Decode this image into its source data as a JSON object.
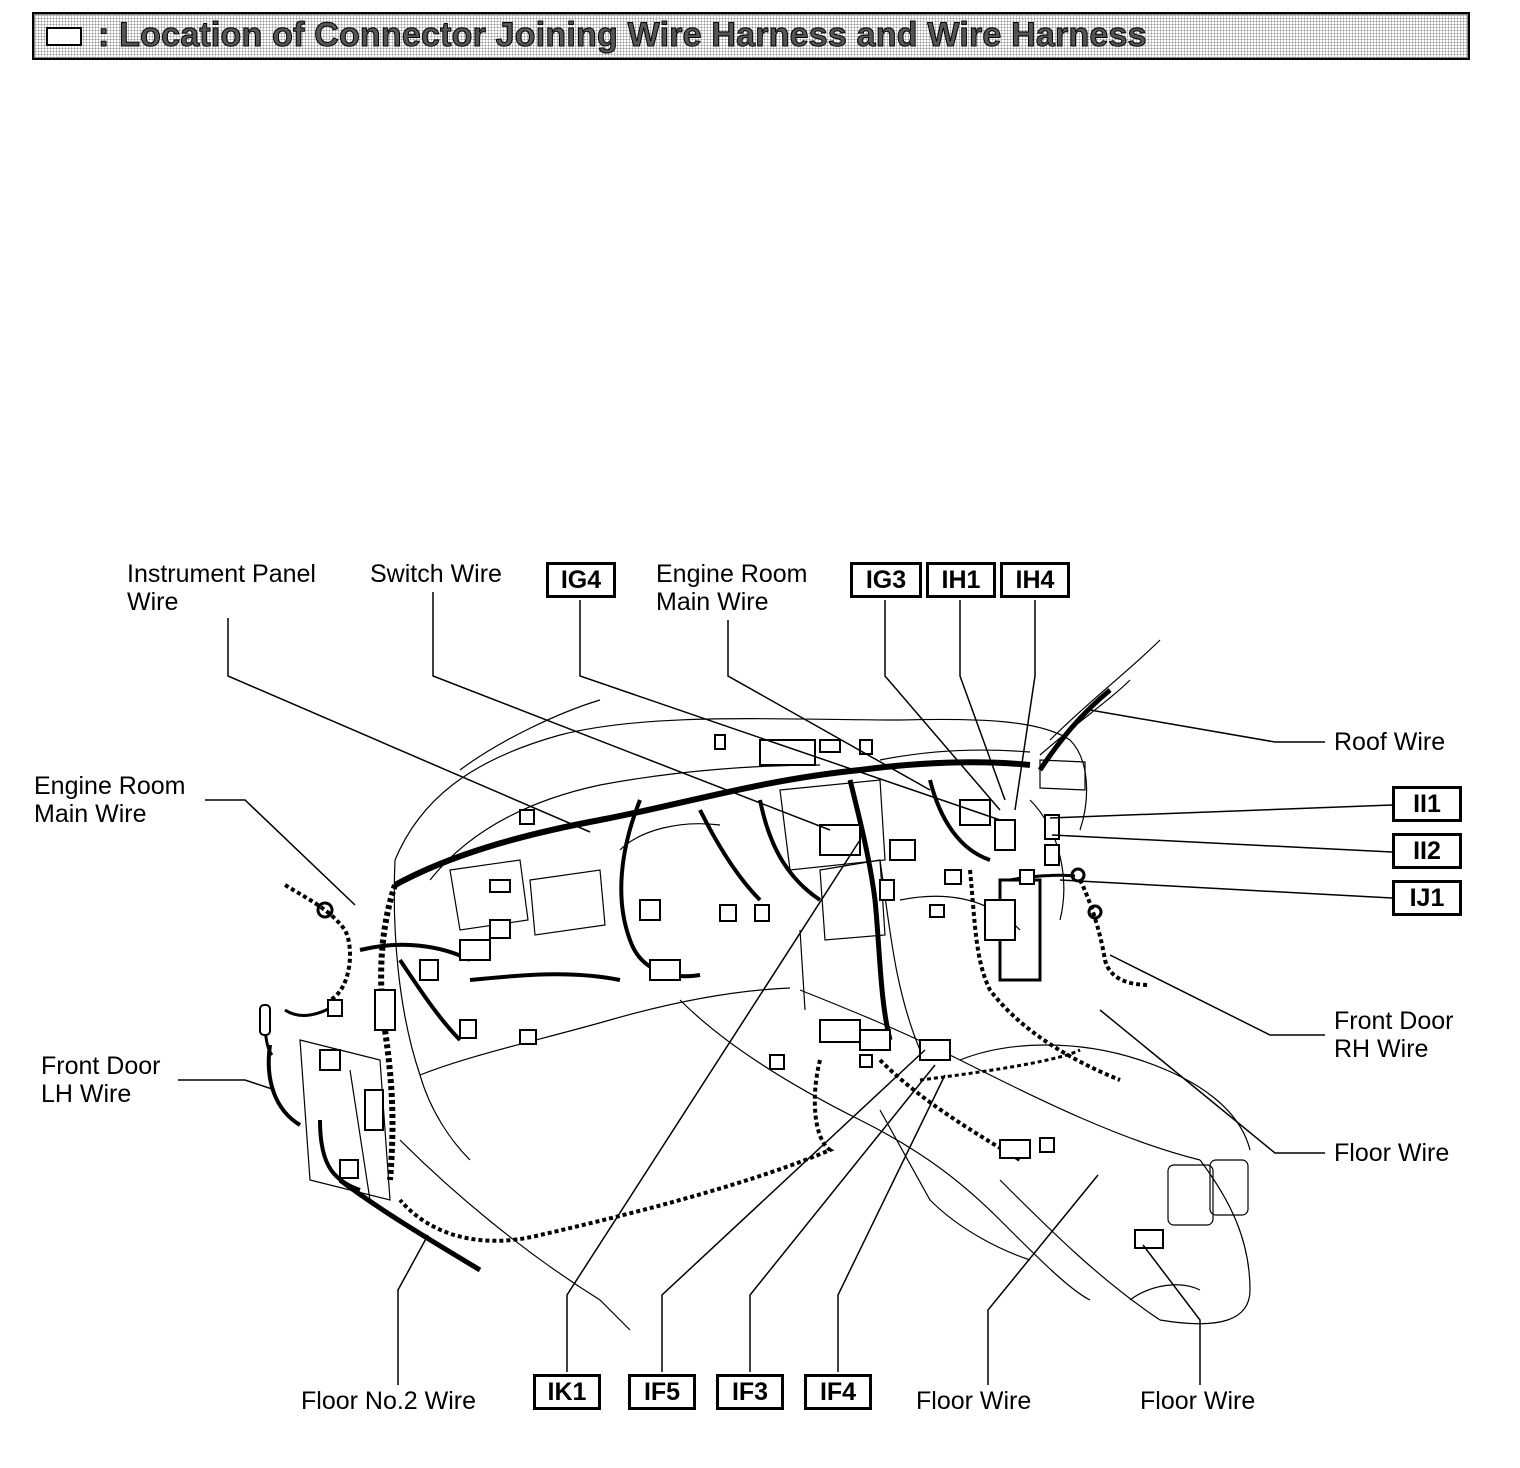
{
  "header": {
    "title": ": Location of Connector Joining Wire Harness and Wire Harness"
  },
  "labels": {
    "instrument_panel_wire": "Instrument Panel\nWire",
    "switch_wire": "Switch Wire",
    "engine_room_main_wire_top": "Engine Room\nMain Wire",
    "engine_room_main_wire_left": "Engine Room\nMain Wire",
    "roof_wire": "Roof Wire",
    "front_door_lh_wire": "Front Door\nLH Wire",
    "front_door_rh_wire": "Front Door\nRH Wire",
    "floor_wire_right": "Floor Wire",
    "floor_no2_wire": "Floor No.2 Wire",
    "floor_wire_bottom_1": "Floor Wire",
    "floor_wire_bottom_2": "Floor Wire"
  },
  "connectors": {
    "ig4": "IG4",
    "ig3": "IG3",
    "ih1": "IH1",
    "ih4": "IH4",
    "ii1": "II1",
    "ii2": "II2",
    "ij1": "IJ1",
    "ik1": "IK1",
    "if5": "IF5",
    "if3": "IF3",
    "if4": "IF4"
  },
  "colors": {
    "line": "#000000",
    "header_dots": "#9a9a9a"
  }
}
